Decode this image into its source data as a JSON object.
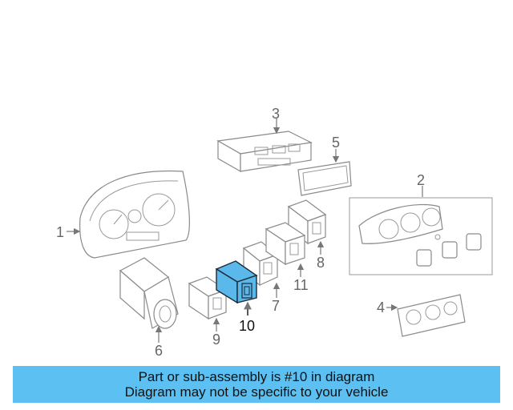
{
  "callouts": {
    "c1": "1",
    "c2": "2",
    "c3": "3",
    "c4": "4",
    "c5": "5",
    "c6": "6",
    "c7": "7",
    "c8": "8",
    "c9": "9",
    "c10": "10",
    "c11": "11"
  },
  "highlight_color": "#5bb8ea",
  "banner": {
    "line1": "Part or sub-assembly is #10 in diagram",
    "line2": "Diagram may not be specific to your vehicle",
    "background": "#5cc0f2"
  }
}
